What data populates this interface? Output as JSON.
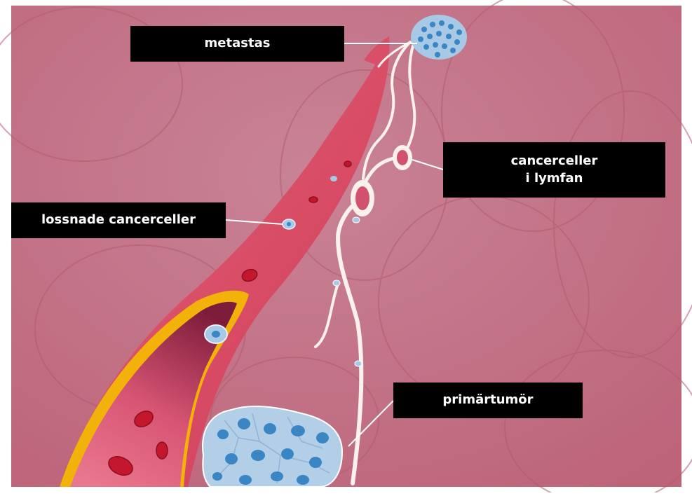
{
  "labels": {
    "metastasis": "metastas",
    "detached_cells": "lossnade cancerceller",
    "lymph_cells_line1": "cancerceller",
    "lymph_cells_line2": "i lymfan",
    "primary_tumor": "primärtumör"
  },
  "colors": {
    "background": "#c36b80",
    "tissue_light": "#cf8597",
    "blood_vessel": "#e0506a",
    "vessel_dark": "#b52e4a",
    "vessel_wall": "#f3b20a",
    "red_blood_cell": "#c4172d",
    "lymph_vessel": "#fbf1ec",
    "cancer_cell": "#a8c9e6",
    "cancer_nucleus": "#3a86c4",
    "label_bg": "#000000",
    "label_text": "#ffffff"
  }
}
